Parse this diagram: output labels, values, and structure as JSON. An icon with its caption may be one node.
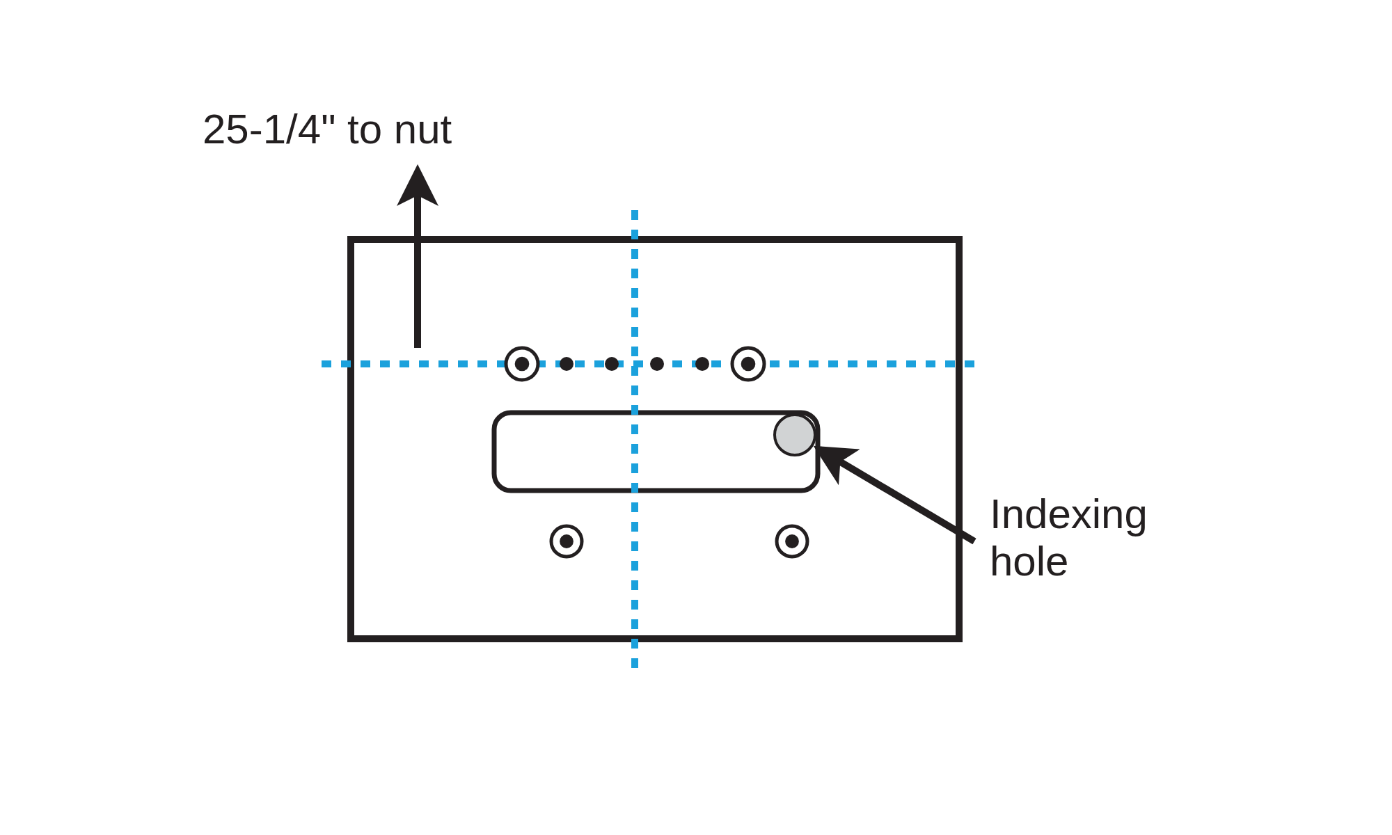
{
  "diagram": {
    "nodes": [
      {
        "text": [
          "Indexing hole"
        ]
      },
      {
        "text": [],
        "shape": "circle"
      }
    ],
    "edges": [
      {
        "from": 0,
        "to": 1,
        "arrow": "to"
      }
    ],
    "labels": [
      "25-1/4\" to nut"
    ]
  }
}
